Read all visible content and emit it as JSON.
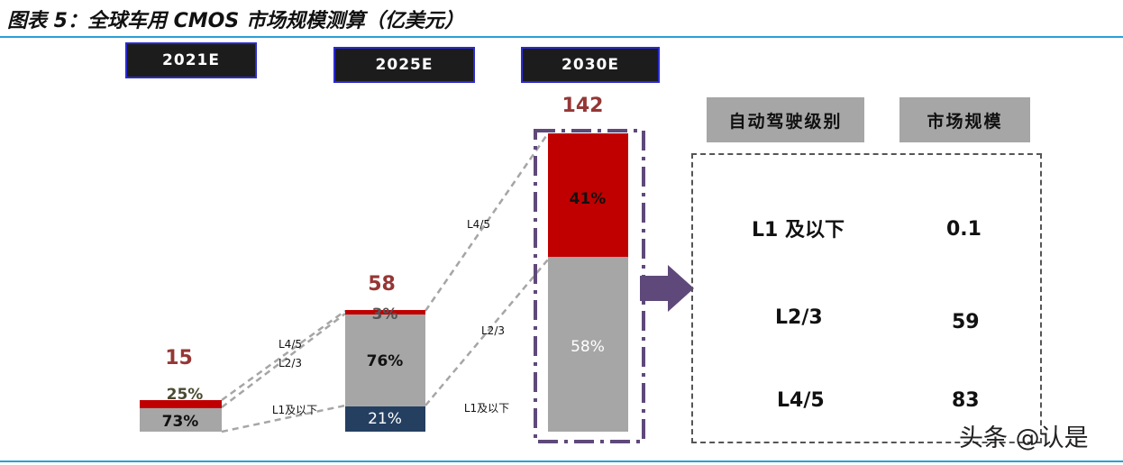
{
  "title": "图表 5：全球车用 CMOS 市场规模测算（亿美元）",
  "watermark": "头条 @认是",
  "colors": {
    "l1": "#243f60",
    "l23": "#a6a6a6",
    "l45": "#c00000",
    "total_label": "#953735",
    "arrow": "#5f497a",
    "frame": "#5f497a",
    "title_rule": "#2a9fd6"
  },
  "legend_table": {
    "headers": [
      "自动驾驶级别",
      "市场规模"
    ],
    "rows": [
      {
        "level": "L1 及以下",
        "value": "0.1"
      },
      {
        "level": "L2/3",
        "value": "59"
      },
      {
        "level": "L4/5",
        "value": "83"
      }
    ]
  },
  "chart_data": {
    "type": "bar",
    "stacked": true,
    "title": "全球车用 CMOS 市场规模测算（亿美元）",
    "categories": [
      "2021E",
      "2025E",
      "2030E"
    ],
    "totals": [
      15,
      58,
      142
    ],
    "series": [
      {
        "name": "L1及以下",
        "share_pct": [
          null,
          21,
          null
        ],
        "labels": [
          "",
          "21%",
          ""
        ]
      },
      {
        "name": "L2/3",
        "share_pct": [
          73,
          76,
          58
        ],
        "labels": [
          "73%",
          "76%",
          "58%"
        ]
      },
      {
        "name": "L4/5",
        "share_pct": [
          25,
          3,
          41
        ],
        "labels": [
          "25%",
          "3%",
          "41%"
        ]
      }
    ],
    "connector_labels": {
      "2021_2025": [
        "L4/5",
        "L2/3",
        "L1及以下"
      ],
      "2025_2030": [
        "L4/5",
        "L2/3",
        "L1及以下"
      ]
    }
  }
}
